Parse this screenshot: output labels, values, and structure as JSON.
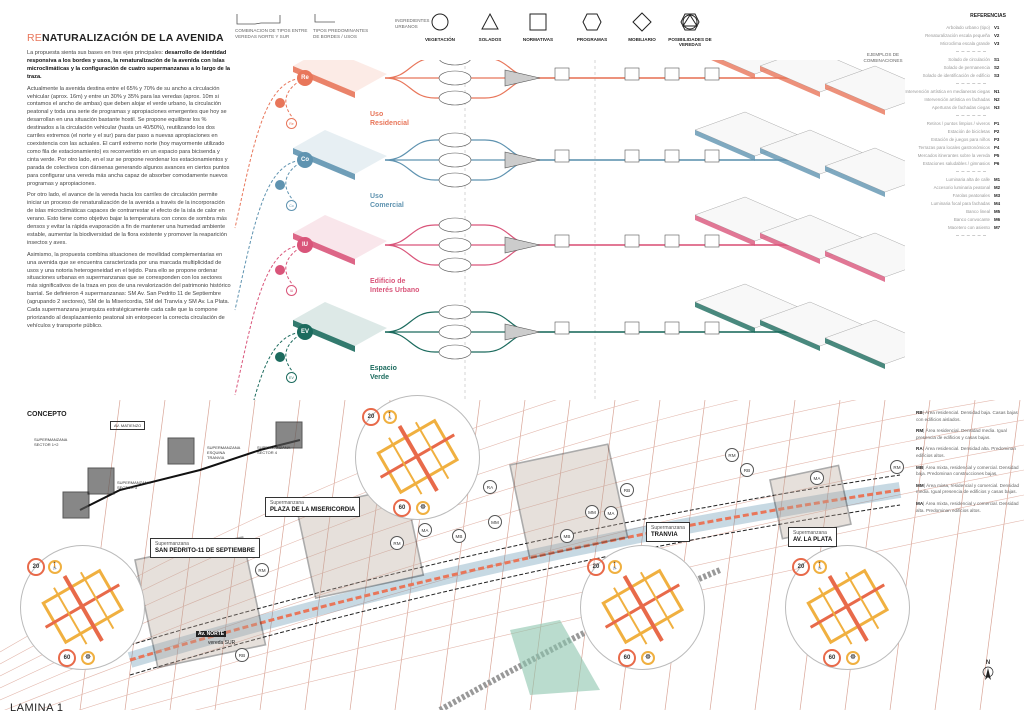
{
  "title": {
    "prefix": "RE",
    "rest": "NATURALIZACIÓN DE LA AVENIDA"
  },
  "intro": {
    "p1_plain": "La propuesta sienta sus bases en tres ejes principales: ",
    "p1_bold": "desarrollo de identidad responsiva a los bordes y usos, la renaturalización de la avenida con islas microclimáticas y la configuración de cuatro supermanzanas a lo largo de la traza.",
    "p2": "Actualmente la avenida destina entre el 65% y 70% de su ancho a circulación vehicular (aprox. 16m) y entre un 30% y 35% para las veredas (aprox. 10m si contamos el ancho de ambas) que deben alojar el verde urbano, la circulación peatonal y toda una serie de programas y apropiaciones emergentes que hoy se desarrollan en una situación bastante hostil. Se propone equilibrar los % destinados a la circulación vehicular (hasta un 40/50%), reutilizando los dos carriles extremos (el norte y el sur) para dar paso a nuevas apropiaciones en coexistencia con las actuales. El carril extremo norte (hoy mayormente utilizado como fila de estacionamiento) es reconvertido en un espacio para bicisenda y cinta verde. Por otro lado, en el sur se propone reordenar los estacionamientos y parada de colectivos con dársenas generando algunos avances en ciertos puntos para configurar una vereda más ancha capaz de absorber comodamente nuevos programas y apropiaciones.",
    "p3": "Por otro lado, el avance de la vereda hacia los carriles de circulación permite iniciar un proceso de renaturalización de la avenida a través de la incorporación de islas microclimáticas capaces de contrarrestar el efecto de la isla de calor en verano. Esto tiene como objetivo bajar la temperatura con conos de sombra más densos y evitar la rápida evaporación a fin de mantener una humedad ambiente estable, aumentar la biodiversidad de la flora existente y promover la reaparición insectos y aves.",
    "p4": "Asimismo, la propuesta combina situaciones de movilidad complementarias en una avenida que se encuentra caracterizada por una marcada multiplicidad de usos y una notoria heterogeneidad en el tejido. Para ello se propone ordenar situaciones urbanas en supermanzanas que se corresponden con los sectores más significativos de la traza en pos de una revalorización del patrimonio histórico barrial. Se definieron 4 supermanzanas: SM Av. San Pedrito 11 de Septiembre (agrupando 2 sectores), SM de la Misericordia, SM del Tranvía y SM Av. La Plata. Cada supermanzana jerarquiza estratégicamente cada calle que la compone priorizando al desplazamiento peatonal sin entorpecer la correcta circulación de vehículos y transporte público."
  },
  "header": {
    "combinacion": "COMBINACION DE TIPOS ENTRE VEREDAS NORTE Y SUR",
    "tipos": "TIPOS PREDOMINANTES DE BORDES / USOS",
    "ingredientes": "INGREDIENTES URBANOS",
    "ejemplos": "EJEMPLOS DE COMBINACIONES",
    "items": [
      {
        "label": "VEGETACIÓN",
        "shape": "circle"
      },
      {
        "label": "SOLADOS",
        "shape": "triangle"
      },
      {
        "label": "NORMATIVAS",
        "shape": "square"
      },
      {
        "label": "PROGRAMAS",
        "shape": "hexagon"
      },
      {
        "label": "MOBILIARIO",
        "shape": "diamond"
      },
      {
        "label": "POSIBILIDADES DE VEREDAS",
        "shape": "combined"
      }
    ]
  },
  "categories": [
    {
      "code": "Re",
      "label1": "Uso",
      "label2": "Residencial",
      "color": "#e8765a"
    },
    {
      "code": "Co",
      "label1": "Uso",
      "label2": "Comercial",
      "color": "#5f93b0"
    },
    {
      "code": "IU",
      "label1": "Edificio de",
      "label2": "Interés Urbano",
      "color": "#d9557a"
    },
    {
      "code": "EV",
      "label1": "Espacio",
      "label2": "Verde",
      "color": "#1c6b5e"
    }
  ],
  "references": {
    "title": "REFERENCIAS",
    "groups": [
      [
        [
          "Arbolado urbano (tipo)",
          "V1"
        ],
        [
          "Renaturalización escala pequeña",
          "V2"
        ],
        [
          "Microclima escala grande",
          "V3"
        ]
      ],
      [
        [
          "Solado de circulación",
          "S1"
        ],
        [
          "Solado de permanencia",
          "S2"
        ],
        [
          "Solado de identificación de edificio",
          "S3"
        ]
      ],
      [
        [
          "Intervención artística en medianeras ciegas",
          "N1"
        ],
        [
          "Intervención artística en fachadas",
          "N2"
        ],
        [
          "Aperturas de fachadas ciegas",
          "N3"
        ]
      ],
      [
        [
          "Retiros / puntos limpios / viveros",
          "P1"
        ],
        [
          "Estación de bicicletas",
          "P2"
        ],
        [
          "Estación de juegos para niños",
          "P3"
        ],
        [
          "Terrazas para locales gastronómicos",
          "P4"
        ],
        [
          "Mercados itinerantes sobre la vereda",
          "P5"
        ],
        [
          "Estaciones saludables / gimnasios",
          "P6"
        ]
      ],
      [
        [
          "Luminaria alta de calle",
          "M1"
        ],
        [
          "Accesorio luminaria peatonal",
          "M2"
        ],
        [
          "Farolas peatonales",
          "M3"
        ],
        [
          "Luminaria focal para fachadas",
          "M4"
        ],
        [
          "Banco lineal",
          "M5"
        ],
        [
          "Banco convocante",
          "M6"
        ],
        [
          "Macetero con asiento",
          "M7"
        ]
      ]
    ]
  },
  "concept": {
    "title": "CONCEPTO",
    "tag": "AV. MATIENZO",
    "notes": [
      "SUPERMANZANA SECTOR 1+2",
      "SUPERMANZANA SECTOR 3",
      "SUPERMANZANA ESQUINA TRANVIA",
      "SUPERMANZANA SECTOR 4"
    ]
  },
  "supermanzanas": [
    {
      "kicker": "Supermanzana",
      "name": "PLAZA DE LA MISERICORDIA"
    },
    {
      "kicker": "Supermanzana",
      "name": "SAN PEDRITO-11 DE SEPTIEMBRE"
    },
    {
      "kicker": "Supermanzana",
      "name": "TRANVIA"
    },
    {
      "kicker": "Supermanzana",
      "name": "AV. LA PLATA"
    }
  ],
  "zones": [
    "RB",
    "RM",
    "RA",
    "MB",
    "MM",
    "MA",
    "RM",
    "MA",
    "MB",
    "MM",
    "RB",
    "RM",
    "RB",
    "MA",
    "RM"
  ],
  "speeds": {
    "low": "20",
    "high": "60"
  },
  "map_labels": {
    "norte": "Av. NORTE",
    "sur": "vereda SUR"
  },
  "legend": [
    {
      "code": "RB",
      "text": "| Área residencial. Densidad baja. Casas bajas con edificios aislados."
    },
    {
      "code": "RM",
      "text": "| Área residencial. Densidad media. Igual presencia de edificios y casas bajas."
    },
    {
      "code": "RA",
      "text": "| Área residencial. Densidad alta. Predominan edificios altos."
    },
    {
      "code": "MB",
      "text": "| Área mixta, residencial y comercial. Densidad baja. Predominan construcciones bajas."
    },
    {
      "code": "MM",
      "text": "| Área mixta, residencial y comercial. Densidad media. Igual presencia de edificios y casas bajas."
    },
    {
      "code": "MA",
      "text": "| Área mixta, residencial y comercial. Densidad alta. Predominan edificios altos."
    }
  ],
  "north": "N",
  "sheet": "LAMINA 1"
}
